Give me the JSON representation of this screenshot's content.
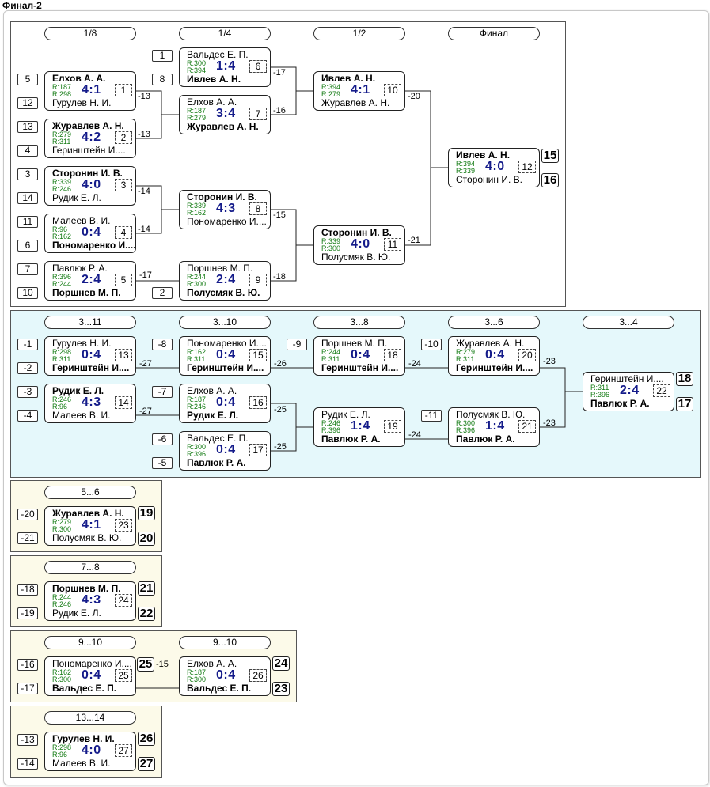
{
  "title": "Финал-2",
  "sections": {
    "main": {
      "rounds": [
        "1/8",
        "1/4",
        "1/2",
        "Финал"
      ],
      "matches": [
        {
          "n": "1",
          "p1": "Елхов А. А.",
          "r1": "R:187",
          "p2": "Гурулев Н. И.",
          "r2": "R:298",
          "score": "4:1",
          "w": 1,
          "s1": "5",
          "s2": "12",
          "lnote": "-13"
        },
        {
          "n": "2",
          "p1": "Журавлев А. Н.",
          "r1": "R:279",
          "p2": "Геринштейн И....",
          "r2": "R:311",
          "score": "4:2",
          "w": 1,
          "s1": "13",
          "s2": "4",
          "lnote": "-13"
        },
        {
          "n": "3",
          "p1": "Сторонин И. В.",
          "r1": "R:339",
          "p2": "Рудик Е. Л.",
          "r2": "R:246",
          "score": "4:0",
          "w": 1,
          "s1": "3",
          "s2": "14",
          "lnote": "-14"
        },
        {
          "n": "4",
          "p1": "Малеев В. И.",
          "r1": "R:96",
          "p2": "Пономаренко И....",
          "r2": "R:162",
          "score": "0:4",
          "w": 2,
          "s1": "11",
          "s2": "6",
          "lnote": "-14"
        },
        {
          "n": "5",
          "p1": "Павлюк Р. А.",
          "r1": "R:396",
          "p2": "Поршнев М. П.",
          "r2": "R:244",
          "score": "2:4",
          "w": 2,
          "s1": "7",
          "s2": "10",
          "lnote": "-17"
        },
        {
          "n": "6",
          "p1": "Вальдес Е. П.",
          "r1": "R:300",
          "p2": "Ивлев А. Н.",
          "r2": "R:394",
          "score": "1:4",
          "w": 2,
          "s1": "1",
          "s2": "8",
          "lnote": "-17"
        },
        {
          "n": "7",
          "p1": "Елхов А. А.",
          "r1": "R:187",
          "p2": "Журавлев А. Н.",
          "r2": "R:279",
          "score": "3:4",
          "w": 2,
          "lnote": "-16"
        },
        {
          "n": "8",
          "p1": "Сторонин И. В.",
          "r1": "R:339",
          "p2": "Пономаренко И....",
          "r2": "R:162",
          "score": "4:3",
          "w": 1,
          "lnote": "-15"
        },
        {
          "n": "9",
          "p1": "Поршнев М. П.",
          "r1": "R:244",
          "p2": "Полусмяк В. Ю.",
          "r2": "R:300",
          "score": "2:4",
          "w": 2,
          "s2": "2",
          "lnote": "-18"
        },
        {
          "n": "10",
          "p1": "Ивлев А. Н.",
          "r1": "R:394",
          "p2": "Журавлев А. Н.",
          "r2": "R:279",
          "score": "4:1",
          "w": 1,
          "lnote": "-20"
        },
        {
          "n": "11",
          "p1": "Сторонин И. В.",
          "r1": "R:339",
          "p2": "Полусмяк В. Ю.",
          "r2": "R:300",
          "score": "4:0",
          "w": 1,
          "lnote": "-21"
        },
        {
          "n": "12",
          "p1": "Ивлев А. Н.",
          "r1": "R:394",
          "p2": "Сторонин И. В.",
          "r2": "R:339",
          "score": "4:0",
          "w": 1,
          "place1": "15",
          "place2": "16"
        }
      ]
    },
    "places_3_11": {
      "rounds": [
        "3...11",
        "3...10",
        "3...8",
        "3...6",
        "3...4"
      ],
      "matches": [
        {
          "n": "13",
          "p1": "Гурулев Н. И.",
          "r1": "R:298",
          "p2": "Геринштейн И....",
          "r2": "R:311",
          "score": "0:4",
          "w": 2,
          "s1": "-1",
          "s2": "-2",
          "lnote": "-27"
        },
        {
          "n": "14",
          "p1": "Рудик Е. Л.",
          "r1": "R:246",
          "p2": "Малеев В. И.",
          "r2": "R:96",
          "score": "4:3",
          "w": 1,
          "s1": "-3",
          "s2": "-4",
          "lnote": "-27"
        },
        {
          "n": "15",
          "p1": "Пономаренко И....",
          "r1": "R:162",
          "p2": "Геринштейн И....",
          "r2": "R:311",
          "score": "0:4",
          "w": 2,
          "s1": "-8",
          "lnote": "-26"
        },
        {
          "n": "16",
          "p1": "Елхов А. А.",
          "r1": "R:187",
          "p2": "Рудик Е. Л.",
          "r2": "R:246",
          "score": "0:4",
          "w": 2,
          "s1": "-7",
          "lnote": "-25"
        },
        {
          "n": "17",
          "p1": "Вальдес Е. П.",
          "r1": "R:300",
          "p2": "Павлюк Р. А.",
          "r2": "R:396",
          "score": "0:4",
          "w": 2,
          "s1": "-6",
          "s2": "-5",
          "lnote": "-25"
        },
        {
          "n": "18",
          "p1": "Поршнев М. П.",
          "r1": "R:244",
          "p2": "Геринштейн И....",
          "r2": "R:311",
          "score": "0:4",
          "w": 2,
          "s1": "-9",
          "lnote": "-24"
        },
        {
          "n": "19",
          "p1": "Рудик Е. Л.",
          "r1": "R:246",
          "p2": "Павлюк Р. А.",
          "r2": "R:396",
          "score": "1:4",
          "w": 2,
          "lnote": "-24"
        },
        {
          "n": "20",
          "p1": "Журавлев А. Н.",
          "r1": "R:279",
          "p2": "Геринштейн И....",
          "r2": "R:311",
          "score": "0:4",
          "w": 2,
          "s1": "-10",
          "lnote": "-23"
        },
        {
          "n": "21",
          "p1": "Полусмяк В. Ю.",
          "r1": "R:300",
          "p2": "Павлюк Р. А.",
          "r2": "R:396",
          "score": "1:4",
          "w": 2,
          "s1": "-11",
          "lnote": "-23"
        },
        {
          "n": "22",
          "p1": "Геринштейн И....",
          "r1": "R:311",
          "p2": "Павлюк Р. А.",
          "r2": "R:396",
          "score": "2:4",
          "w": 2,
          "place1": "18",
          "place2": "17"
        }
      ]
    },
    "places_5_6": {
      "round": "5...6",
      "match": {
        "n": "23",
        "p1": "Журавлев А. Н.",
        "r1": "R:279",
        "p2": "Полусмяк В. Ю.",
        "r2": "R:300",
        "score": "4:1",
        "w": 1,
        "s1": "-20",
        "s2": "-21",
        "place1": "19",
        "place2": "20"
      }
    },
    "places_7_8": {
      "round": "7...8",
      "match": {
        "n": "24",
        "p1": "Поршнев М. П.",
        "r1": "R:244",
        "p2": "Рудик Е. Л.",
        "r2": "R:246",
        "score": "4:3",
        "w": 1,
        "s1": "-18",
        "s2": "-19",
        "place1": "21",
        "place2": "22"
      }
    },
    "places_9_10": {
      "rounds": [
        "9...10",
        "9...10"
      ],
      "matches": [
        {
          "n": "25",
          "p1": "Пономаренко И....",
          "r1": "R:162",
          "p2": "Вальдес Е. П.",
          "r2": "R:300",
          "score": "0:4",
          "w": 2,
          "s1": "-16",
          "s2": "-17",
          "place1": "25",
          "lnote": "-15"
        },
        {
          "n": "26",
          "p1": "Елхов А. А.",
          "r1": "R:187",
          "p2": "Вальдес Е. П.",
          "r2": "R:300",
          "score": "0:4",
          "w": 2,
          "place1": "24",
          "place2": "23"
        }
      ]
    },
    "places_13_14": {
      "round": "13...14",
      "match": {
        "n": "27",
        "p1": "Гурулев Н. И.",
        "r1": "R:298",
        "p2": "Малеев В. И.",
        "r2": "R:96",
        "score": "4:0",
        "w": 1,
        "s1": "-13",
        "s2": "-14",
        "place1": "26",
        "place2": "27"
      }
    }
  }
}
